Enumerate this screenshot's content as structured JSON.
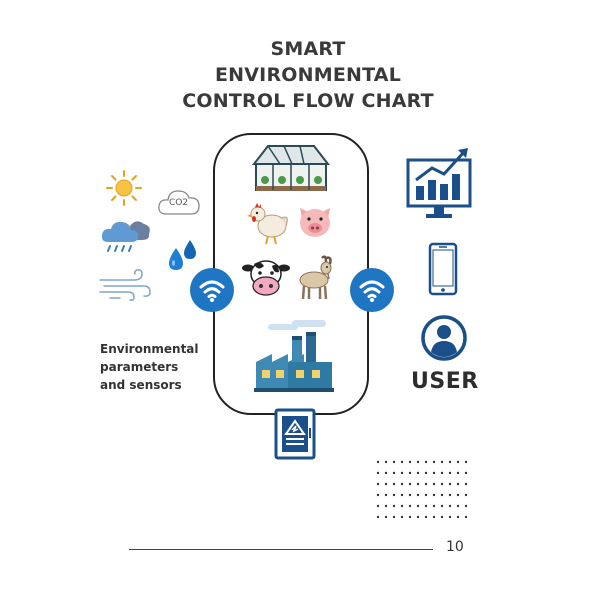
{
  "title": {
    "line1": "SMART",
    "line2": "ENVIRONMENTAL",
    "line3": "CONTROL FLOW CHART"
  },
  "sensors": {
    "label_line1": "Environmental",
    "label_line2": "parameters",
    "label_line3": "and  sensors",
    "co2_text": "CO2",
    "icons": [
      "sun-icon",
      "co2-cloud-icon",
      "rain-cloud-icon",
      "water-drops-icon",
      "wind-icon"
    ]
  },
  "farm": {
    "icons": [
      "greenhouse-icon",
      "chicken-icon",
      "pig-icon",
      "cow-icon",
      "goat-icon",
      "factory-icon",
      "control-panel-icon"
    ]
  },
  "user": {
    "label": "USER",
    "icons": [
      "monitor-chart-icon",
      "smartphone-icon",
      "user-avatar-icon"
    ]
  },
  "connections": {
    "icons": [
      "wifi-left-icon",
      "wifi-right-icon"
    ]
  },
  "colors": {
    "blue": "#1e76c2",
    "dark_blue": "#1a4f8a",
    "text": "#333333"
  },
  "page": {
    "number": "10"
  }
}
